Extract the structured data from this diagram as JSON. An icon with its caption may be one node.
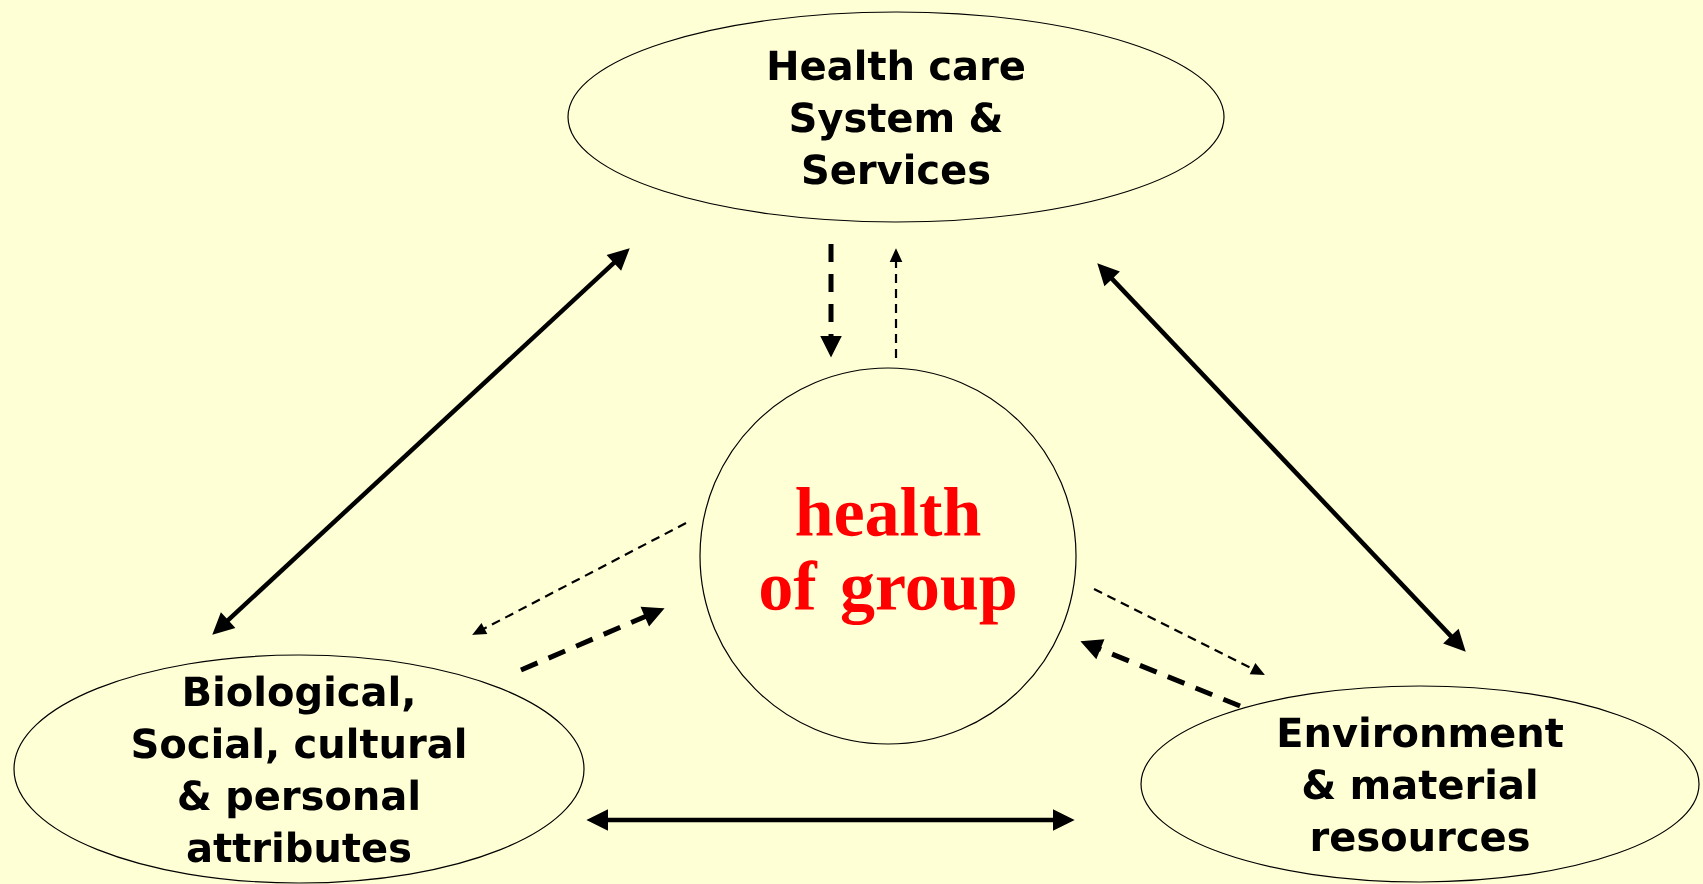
{
  "diagram": {
    "nodes": [
      {
        "text": [
          "Health care System & Services"
        ]
      },
      {
        "text": [
          "health of group"
        ]
      },
      {
        "text": [
          "Biological, Social, cultural & personal attributes"
        ]
      },
      {
        "text": [
          "Environment & material resources"
        ]
      }
    ],
    "edges": [
      {
        "from": 0,
        "to": 1,
        "arrow": "to",
        "style": "dashed"
      },
      {
        "from": 1,
        "to": 0,
        "arrow": "to",
        "style": "dashed"
      },
      {
        "from": 0,
        "to": 2,
        "arrow": "both"
      },
      {
        "from": 0,
        "to": 3,
        "arrow": "both"
      },
      {
        "from": 2,
        "to": 3,
        "arrow": "both"
      },
      {
        "from": 1,
        "to": 2,
        "arrow": "to",
        "style": "dashed"
      },
      {
        "from": 2,
        "to": 1,
        "arrow": "to",
        "style": "dashed"
      },
      {
        "from": 1,
        "to": 3,
        "arrow": "to",
        "style": "dashed"
      },
      {
        "from": 3,
        "to": 1,
        "arrow": "to",
        "style": "dashed"
      }
    ]
  }
}
